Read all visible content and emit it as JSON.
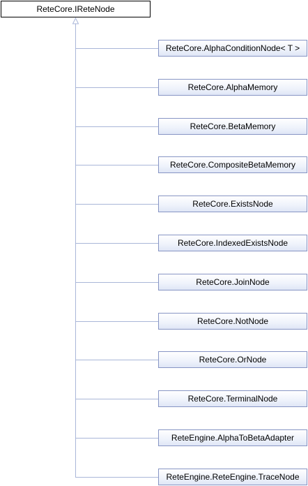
{
  "diagram": {
    "base_class": "ReteCore.IReteNode",
    "derived_classes": [
      "ReteCore.AlphaConditionNode< T >",
      "ReteCore.AlphaMemory",
      "ReteCore.BetaMemory",
      "ReteCore.CompositeBetaMemory",
      "ReteCore.ExistsNode",
      "ReteCore.IndexedExistsNode",
      "ReteCore.JoinNode",
      "ReteCore.NotNode",
      "ReteCore.OrNode",
      "ReteCore.TerminalNode",
      "ReteEngine.AlphaToBetaAdapter",
      "ReteEngine.ReteEngine.TraceNode"
    ]
  },
  "colors": {
    "edge": "#a9b6d8",
    "node_border": "#8795c4",
    "root_border": "#000000"
  }
}
